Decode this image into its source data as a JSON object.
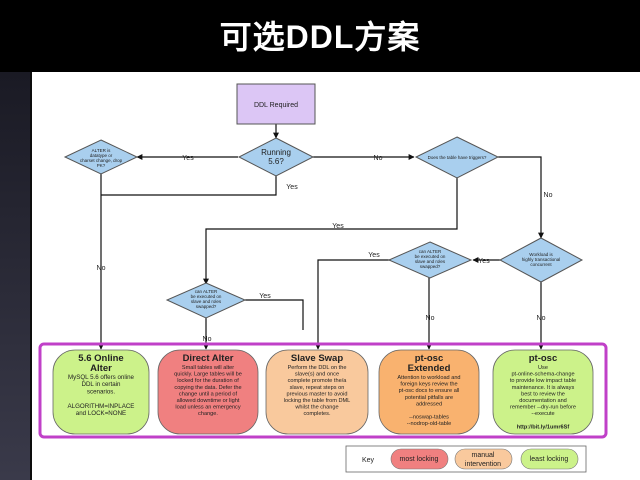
{
  "slide_title": "可选DDL方案",
  "nodes": {
    "start": "DDL Required",
    "running56": [
      "Running",
      "5.6?"
    ],
    "alter_datatype": [
      "ALTER is",
      "datatype or",
      "charset change, drop",
      "PK?"
    ],
    "triggers": "Does the table have triggers?",
    "workload": [
      "Workload is",
      "highly transactional",
      "concurrent"
    ],
    "slave_mid": [
      "can ALTER",
      "be executed on",
      "slave and roles",
      "swapped?"
    ],
    "slave_left": [
      "can ALTER",
      "be executed on",
      "slave and roles",
      "swapped?"
    ]
  },
  "edge_labels": {
    "yes_left": "Yes",
    "no_right": "No",
    "yes_under": "Yes",
    "no_triggers": "No",
    "yes_mid_left": "Yes",
    "yes_slave_mid": "Yes",
    "yes_workload": "Yes",
    "no_online": "No",
    "yes_slave_left": "Yes",
    "no_slave_left": "No",
    "no_slave_mid": "No",
    "no_workload": "No"
  },
  "outcomes": {
    "online": {
      "title": [
        "5.6 Online",
        "Alter"
      ],
      "body": [
        "MySQL 5.6 offers online",
        "DDL in certain",
        "scenarios.",
        "",
        "ALGORITHM=INPLACE",
        "and LOCK=NONE"
      ],
      "color": "#ccf28a"
    },
    "direct": {
      "title": [
        "Direct Alter"
      ],
      "body": [
        "Small tables will alter",
        "quickly. Large tables will be",
        "locked for the duration of",
        "copying the data. Defer the",
        "change until a period of",
        "allowed downtime or light",
        "load unless an emergency",
        "change."
      ],
      "color": "#f08080"
    },
    "swap": {
      "title": [
        "Slave Swap"
      ],
      "body": [
        "Perform the DDL on the",
        "slave(s) and once",
        "complete promote the/a",
        "slave, repeat steps on",
        "previous master to avoid",
        "locking the table from DML",
        "whilst the change",
        "completes."
      ],
      "color": "#f9c99d"
    },
    "ptosc_ext": {
      "title": [
        "pt-osc",
        "Extended"
      ],
      "body": [
        "Attention to workload and",
        "foreign keys review the",
        "pt-osc docs to ensure all",
        "potential pitfalls are",
        "addressed",
        "",
        "--noswap-tables",
        "--nodrop-old-table"
      ],
      "color": "#f9b26f"
    },
    "ptosc": {
      "title": [
        "pt-osc"
      ],
      "body": [
        "Use",
        "pt-online-schema-change",
        "to provide low impact table",
        "maintenance. It is always",
        "best to review the",
        "documentation and",
        "remember --dry-run before",
        "--execute",
        "",
        "http://bit.ly/1umr6Sf"
      ],
      "color": "#ccf28a"
    }
  },
  "key": {
    "label": "Key",
    "most_locking": "most locking",
    "manual": [
      "manual",
      "intervention"
    ],
    "least_locking": "least locking",
    "most_color": "#f08080",
    "manual_color": "#f9c99d",
    "least_color": "#ccf28a"
  },
  "highlight_color": "#c040c8",
  "start_color": "#dcc6f5",
  "diamond_color": "#a9cfee"
}
